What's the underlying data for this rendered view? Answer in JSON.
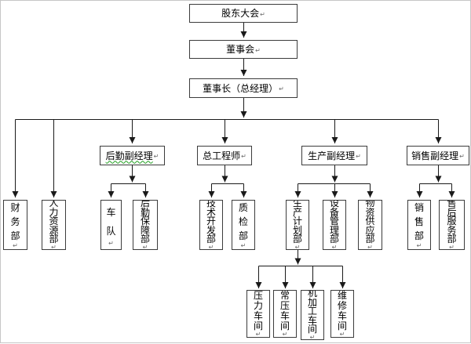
{
  "org": {
    "level1": {
      "label": "股东大会"
    },
    "level2": {
      "label": "董事会"
    },
    "level3": {
      "label": "董事长（总经理）"
    },
    "managers": [
      {
        "label": "后勤副经理"
      },
      {
        "label": "总工程师"
      },
      {
        "label": "生产副经理"
      },
      {
        "label": "销售副经理"
      }
    ],
    "departments": [
      {
        "label": "财务部"
      },
      {
        "label": "人力资源部"
      },
      {
        "label": "车队"
      },
      {
        "label": "后勤保障部"
      },
      {
        "label": "技术开发部"
      },
      {
        "label": "质检部"
      },
      {
        "label": "生产计划部"
      },
      {
        "label": "设备管理部"
      },
      {
        "label": "物资供应部"
      },
      {
        "label": "销售部"
      },
      {
        "label": "售后服务部"
      }
    ],
    "workshops": [
      {
        "label": "压力车间"
      },
      {
        "label": "常压车间"
      },
      {
        "label": "机加工车间"
      },
      {
        "label": "维修车间"
      }
    ]
  },
  "marks": {
    "return_mark": "↵"
  },
  "colors": {
    "box_border": "#3c3c3c",
    "connector_line": "#1a1a1a",
    "grammar_wavy_underline": "#1e9e1e",
    "background": "#ffffff"
  }
}
